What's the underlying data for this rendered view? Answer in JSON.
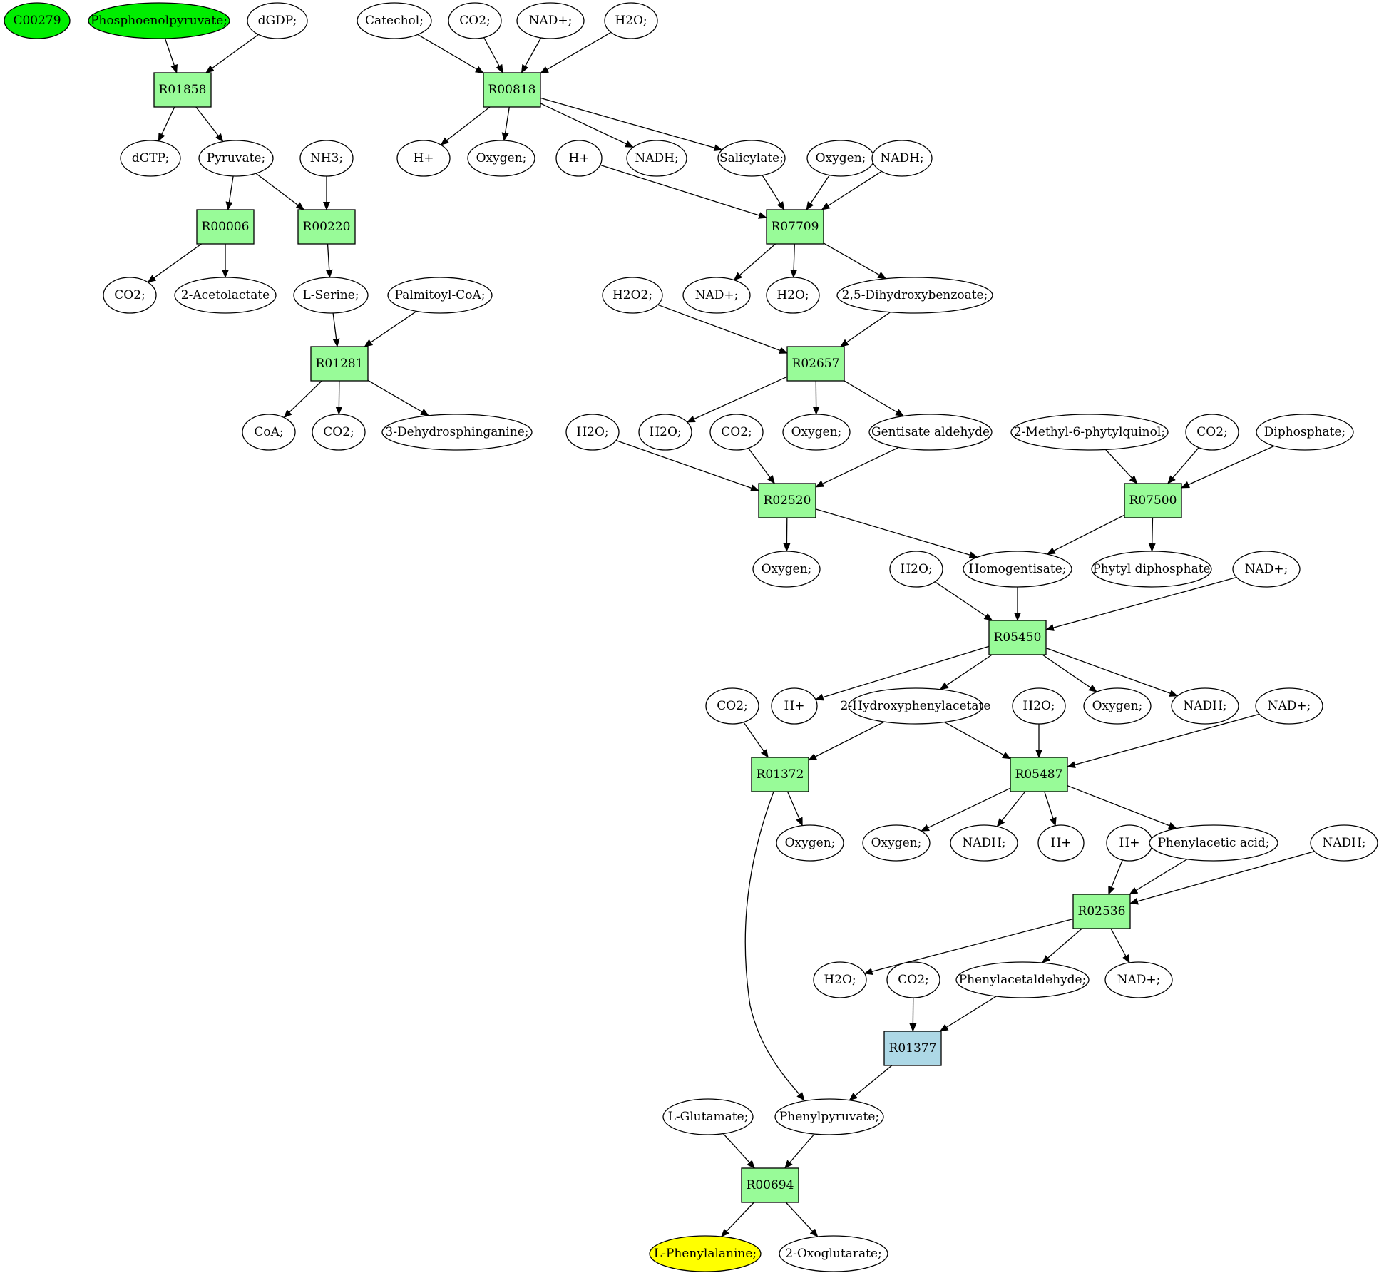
{
  "colors": {
    "compound_default": "#ffffff",
    "compound_source": "#00ee00",
    "compound_target": "#ffff00",
    "reaction_default": "#98fb98",
    "reaction_highlight": "#add8e6",
    "stroke": "#000000"
  },
  "nodes": [
    {
      "id": "c1",
      "kind": "compound",
      "label": "C00279",
      "status": "source"
    },
    {
      "id": "c2",
      "kind": "compound",
      "label": "Phosphoenolpyruvate;",
      "status": "source"
    },
    {
      "id": "c3",
      "kind": "compound",
      "label": "dGDP;"
    },
    {
      "id": "c4",
      "kind": "compound",
      "label": "Catechol;"
    },
    {
      "id": "c5",
      "kind": "compound",
      "label": "CO2;"
    },
    {
      "id": "c6",
      "kind": "compound",
      "label": "NAD+;"
    },
    {
      "id": "c7",
      "kind": "compound",
      "label": "H2O;"
    },
    {
      "id": "r1",
      "kind": "reaction",
      "label": "R01858"
    },
    {
      "id": "r2",
      "kind": "reaction",
      "label": "R00818"
    },
    {
      "id": "c8",
      "kind": "compound",
      "label": "dGTP;"
    },
    {
      "id": "c9",
      "kind": "compound",
      "label": "Pyruvate;"
    },
    {
      "id": "c10",
      "kind": "compound",
      "label": "NH3;"
    },
    {
      "id": "c11",
      "kind": "compound",
      "label": "H+"
    },
    {
      "id": "c12",
      "kind": "compound",
      "label": "Oxygen;"
    },
    {
      "id": "c13",
      "kind": "compound",
      "label": "H+"
    },
    {
      "id": "c14",
      "kind": "compound",
      "label": "NADH;"
    },
    {
      "id": "c15",
      "kind": "compound",
      "label": "Salicylate;"
    },
    {
      "id": "c16",
      "kind": "compound",
      "label": "Oxygen;"
    },
    {
      "id": "c17",
      "kind": "compound",
      "label": "NADH;"
    },
    {
      "id": "r3",
      "kind": "reaction",
      "label": "R00006"
    },
    {
      "id": "r4",
      "kind": "reaction",
      "label": "R00220"
    },
    {
      "id": "r5",
      "kind": "reaction",
      "label": "R07709"
    },
    {
      "id": "c18",
      "kind": "compound",
      "label": "CO2;"
    },
    {
      "id": "c19",
      "kind": "compound",
      "label": "2-Acetolactate"
    },
    {
      "id": "c20",
      "kind": "compound",
      "label": "L-Serine;"
    },
    {
      "id": "c21",
      "kind": "compound",
      "label": "Palmitoyl-CoA;"
    },
    {
      "id": "c22",
      "kind": "compound",
      "label": "H2O2;"
    },
    {
      "id": "c23",
      "kind": "compound",
      "label": "NAD+;"
    },
    {
      "id": "c24",
      "kind": "compound",
      "label": "H2O;"
    },
    {
      "id": "c25",
      "kind": "compound",
      "label": "2,5-Dihydroxybenzoate;"
    },
    {
      "id": "r6",
      "kind": "reaction",
      "label": "R01281"
    },
    {
      "id": "r7",
      "kind": "reaction",
      "label": "R02657"
    },
    {
      "id": "c26",
      "kind": "compound",
      "label": "CoA;"
    },
    {
      "id": "c27",
      "kind": "compound",
      "label": "CO2;"
    },
    {
      "id": "c28",
      "kind": "compound",
      "label": "3-Dehydrosphinganine;"
    },
    {
      "id": "c29",
      "kind": "compound",
      "label": "H2O;"
    },
    {
      "id": "c30",
      "kind": "compound",
      "label": "H2O;"
    },
    {
      "id": "c31",
      "kind": "compound",
      "label": "CO2;"
    },
    {
      "id": "c32",
      "kind": "compound",
      "label": "Oxygen;"
    },
    {
      "id": "c33",
      "kind": "compound",
      "label": "Gentisate aldehyde"
    },
    {
      "id": "c34",
      "kind": "compound",
      "label": "2-Methyl-6-phytylquinol;"
    },
    {
      "id": "c35",
      "kind": "compound",
      "label": "CO2;"
    },
    {
      "id": "c36",
      "kind": "compound",
      "label": "Diphosphate;"
    },
    {
      "id": "r8",
      "kind": "reaction",
      "label": "R02520"
    },
    {
      "id": "r9",
      "kind": "reaction",
      "label": "R07500"
    },
    {
      "id": "c37",
      "kind": "compound",
      "label": "Oxygen;"
    },
    {
      "id": "c38",
      "kind": "compound",
      "label": "H2O;"
    },
    {
      "id": "c39",
      "kind": "compound",
      "label": "Homogentisate;"
    },
    {
      "id": "c40",
      "kind": "compound",
      "label": "Phytyl diphosphate"
    },
    {
      "id": "c41",
      "kind": "compound",
      "label": "NAD+;"
    },
    {
      "id": "r10",
      "kind": "reaction",
      "label": "R05450"
    },
    {
      "id": "c42",
      "kind": "compound",
      "label": "CO2;"
    },
    {
      "id": "c43",
      "kind": "compound",
      "label": "H+"
    },
    {
      "id": "c44",
      "kind": "compound",
      "label": "2-Hydroxyphenylacetate"
    },
    {
      "id": "c45",
      "kind": "compound",
      "label": "H2O;"
    },
    {
      "id": "c46",
      "kind": "compound",
      "label": "Oxygen;"
    },
    {
      "id": "c47",
      "kind": "compound",
      "label": "NADH;"
    },
    {
      "id": "c48",
      "kind": "compound",
      "label": "NAD+;"
    },
    {
      "id": "r11",
      "kind": "reaction",
      "label": "R01372"
    },
    {
      "id": "r12",
      "kind": "reaction",
      "label": "R05487"
    },
    {
      "id": "c49",
      "kind": "compound",
      "label": "Oxygen;"
    },
    {
      "id": "c50",
      "kind": "compound",
      "label": "Oxygen;"
    },
    {
      "id": "c51",
      "kind": "compound",
      "label": "NADH;"
    },
    {
      "id": "c52",
      "kind": "compound",
      "label": "H+"
    },
    {
      "id": "c53",
      "kind": "compound",
      "label": "H+"
    },
    {
      "id": "c54",
      "kind": "compound",
      "label": "Phenylacetic acid;"
    },
    {
      "id": "c55",
      "kind": "compound",
      "label": "NADH;"
    },
    {
      "id": "r13",
      "kind": "reaction",
      "label": "R02536"
    },
    {
      "id": "c56",
      "kind": "compound",
      "label": "H2O;"
    },
    {
      "id": "c57",
      "kind": "compound",
      "label": "CO2;"
    },
    {
      "id": "c58",
      "kind": "compound",
      "label": "Phenylacetaldehyde;"
    },
    {
      "id": "c59",
      "kind": "compound",
      "label": "NAD+;"
    },
    {
      "id": "r14",
      "kind": "reaction",
      "label": "R01377",
      "status": "highlight"
    },
    {
      "id": "c60",
      "kind": "compound",
      "label": "L-Glutamate;"
    },
    {
      "id": "c61",
      "kind": "compound",
      "label": "Phenylpyruvate;"
    },
    {
      "id": "r15",
      "kind": "reaction",
      "label": "R00694"
    },
    {
      "id": "c62",
      "kind": "compound",
      "label": "L-Phenylalanine;",
      "status": "target"
    },
    {
      "id": "c63",
      "kind": "compound",
      "label": "2-Oxoglutarate;"
    }
  ],
  "edges": [
    [
      "c2",
      "r1"
    ],
    [
      "c3",
      "r1"
    ],
    [
      "r1",
      "c8"
    ],
    [
      "r1",
      "c9"
    ],
    [
      "c4",
      "r2"
    ],
    [
      "c5",
      "r2"
    ],
    [
      "c6",
      "r2"
    ],
    [
      "c7",
      "r2"
    ],
    [
      "r2",
      "c11"
    ],
    [
      "r2",
      "c12"
    ],
    [
      "r2",
      "c14"
    ],
    [
      "r2",
      "c15"
    ],
    [
      "c9",
      "r3"
    ],
    [
      "c9",
      "r4"
    ],
    [
      "c10",
      "r4"
    ],
    [
      "r3",
      "c18"
    ],
    [
      "r3",
      "c19"
    ],
    [
      "r4",
      "c20"
    ],
    [
      "c13",
      "r5"
    ],
    [
      "c15",
      "r5"
    ],
    [
      "c16",
      "r5"
    ],
    [
      "c17",
      "r5"
    ],
    [
      "r5",
      "c23"
    ],
    [
      "r5",
      "c24"
    ],
    [
      "r5",
      "c25"
    ],
    [
      "c20",
      "r6"
    ],
    [
      "c21",
      "r6"
    ],
    [
      "r6",
      "c26"
    ],
    [
      "r6",
      "c27"
    ],
    [
      "r6",
      "c28"
    ],
    [
      "c22",
      "r7"
    ],
    [
      "c25",
      "r7"
    ],
    [
      "r7",
      "c30"
    ],
    [
      "r7",
      "c32"
    ],
    [
      "r7",
      "c33"
    ],
    [
      "c29",
      "r8"
    ],
    [
      "c31",
      "r8"
    ],
    [
      "c33",
      "r8"
    ],
    [
      "r8",
      "c37"
    ],
    [
      "r8",
      "c39"
    ],
    [
      "c34",
      "r9"
    ],
    [
      "c35",
      "r9"
    ],
    [
      "c36",
      "r9"
    ],
    [
      "r9",
      "c39"
    ],
    [
      "r9",
      "c40"
    ],
    [
      "c38",
      "r10"
    ],
    [
      "c39",
      "r10"
    ],
    [
      "c41",
      "r10"
    ],
    [
      "r10",
      "c43"
    ],
    [
      "r10",
      "c44"
    ],
    [
      "r10",
      "c46"
    ],
    [
      "r10",
      "c47"
    ],
    [
      "c42",
      "r11"
    ],
    [
      "c44",
      "r11"
    ],
    [
      "r11",
      "c49"
    ],
    [
      "r11",
      "c61"
    ],
    [
      "c44",
      "r12"
    ],
    [
      "c45",
      "r12"
    ],
    [
      "c48",
      "r12"
    ],
    [
      "r12",
      "c50"
    ],
    [
      "r12",
      "c51"
    ],
    [
      "r12",
      "c52"
    ],
    [
      "r12",
      "c54"
    ],
    [
      "c53",
      "r13"
    ],
    [
      "c54",
      "r13"
    ],
    [
      "c55",
      "r13"
    ],
    [
      "r13",
      "c56"
    ],
    [
      "r13",
      "c58"
    ],
    [
      "r13",
      "c59"
    ],
    [
      "c57",
      "r14"
    ],
    [
      "c58",
      "r14"
    ],
    [
      "r14",
      "c61"
    ],
    [
      "c60",
      "r15"
    ],
    [
      "c61",
      "r15"
    ],
    [
      "r15",
      "c62"
    ],
    [
      "r15",
      "c63"
    ]
  ]
}
